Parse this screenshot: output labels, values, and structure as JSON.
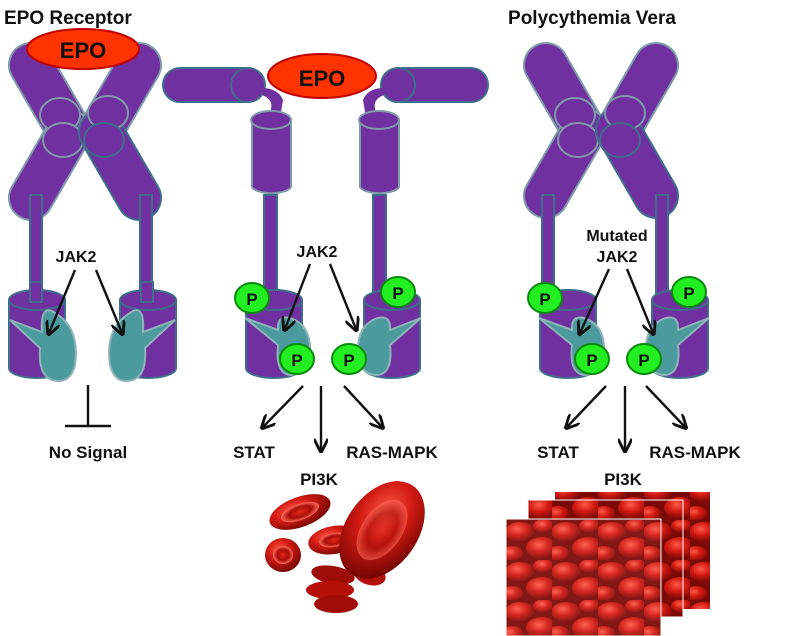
{
  "panels": [
    {
      "title": "EPO  Receptor",
      "ligand": "EPO",
      "kinase_label": "JAK2",
      "outcome": "No Signal"
    },
    {
      "title": "",
      "ligand": "EPO",
      "kinase_label": "JAK2",
      "phospho_label": "P",
      "pathways": [
        "STAT",
        "PI3K",
        "RAS-MAPK"
      ],
      "result_image": "normal-red-blood-cells"
    },
    {
      "title": "Polycythemia Vera",
      "kinase_label_line1": "Mutated",
      "kinase_label_line2": "JAK2",
      "phospho_label": "P",
      "pathways": [
        "STAT",
        "PI3K",
        "RAS-MAPK"
      ],
      "result_image": "excess-red-blood-cells"
    }
  ],
  "colors": {
    "receptor": "#7030a0",
    "jak2": "#4a9a9e",
    "epo": "#ff3300",
    "phosphate": "#22ee22",
    "rbc": "#c8100c"
  }
}
